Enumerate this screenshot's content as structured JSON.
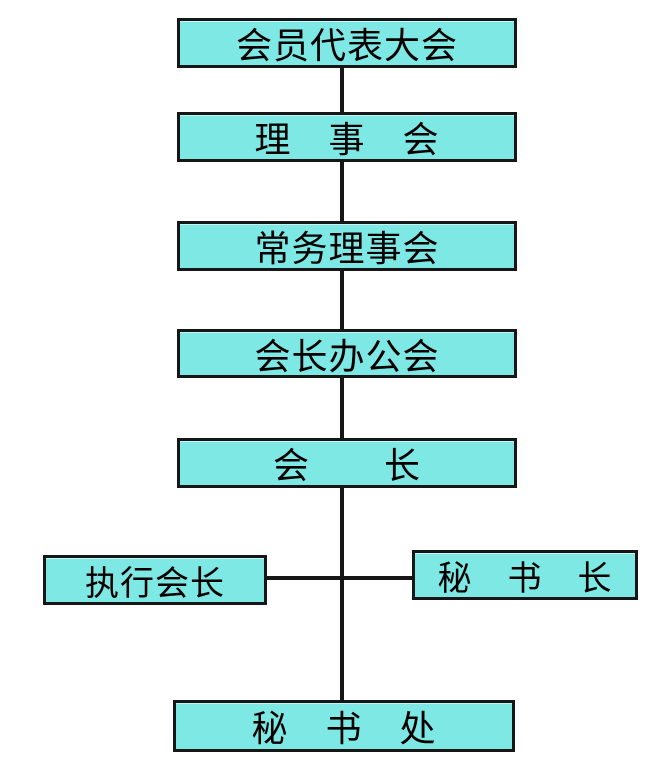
{
  "page": {
    "background": "#ffffff",
    "box_fill": "#7ee8e5",
    "box_border": "#161616",
    "line_color": "#161616",
    "text_color": "#000000"
  },
  "nodes": [
    {
      "id": "member-congress",
      "label": "会员代表大会"
    },
    {
      "id": "council",
      "label": "理　事　会"
    },
    {
      "id": "standing-council",
      "label": "常务理事会"
    },
    {
      "id": "president-office-meeting",
      "label": "会长办公会"
    },
    {
      "id": "president",
      "label": "会　　长"
    },
    {
      "id": "executive-president",
      "label": "执行会长"
    },
    {
      "id": "secretary-general",
      "label": "秘　书　长"
    },
    {
      "id": "secretariat",
      "label": "秘　书　处"
    }
  ],
  "edges": [
    {
      "from": "member-congress",
      "to": "council"
    },
    {
      "from": "council",
      "to": "standing-council"
    },
    {
      "from": "standing-council",
      "to": "president-office-meeting"
    },
    {
      "from": "president-office-meeting",
      "to": "president"
    },
    {
      "from": "president",
      "to": "secretariat"
    },
    {
      "from": "executive-president",
      "to": "secretary-general"
    }
  ]
}
